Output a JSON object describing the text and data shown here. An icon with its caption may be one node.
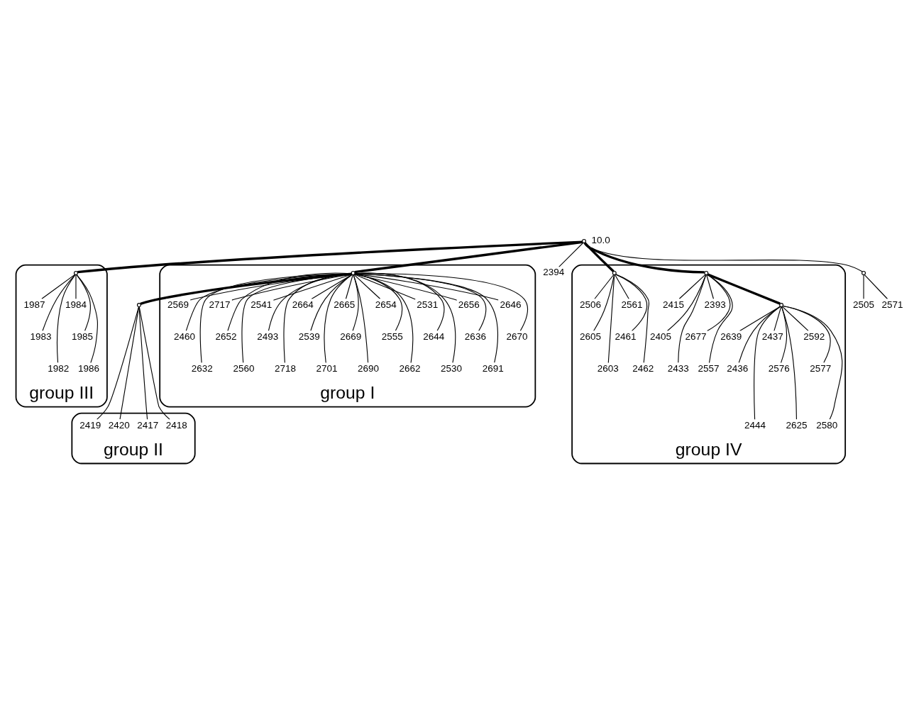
{
  "diagram": {
    "nodes": [
      {
        "text": [
          "group III"
        ]
      },
      {
        "text": [
          "1987"
        ],
        "in": 0
      },
      {
        "text": [
          "1983"
        ],
        "in": 0
      },
      {
        "text": [
          "1982"
        ],
        "in": 0
      },
      {
        "text": [
          "1984"
        ],
        "in": 0
      },
      {
        "text": [
          "1985"
        ],
        "in": 0
      },
      {
        "text": [
          "1986"
        ],
        "in": 0
      },
      {
        "text": [
          "group II"
        ]
      },
      {
        "text": [
          "2418"
        ],
        "in": 7
      },
      {
        "text": [
          "2419"
        ],
        "in": 7
      },
      {
        "text": [
          "2420"
        ],
        "in": 7
      },
      {
        "text": [
          "2417"
        ],
        "in": 7
      },
      {
        "text": [
          "group I"
        ]
      },
      {
        "text": [
          "2569"
        ],
        "in": 12
      },
      {
        "text": [
          "2460"
        ],
        "in": 12
      },
      {
        "text": [
          "2632"
        ],
        "in": 12
      },
      {
        "text": [
          "2717"
        ],
        "in": 12
      },
      {
        "text": [
          "2652"
        ],
        "in": 12
      },
      {
        "text": [
          "2560"
        ],
        "in": 12
      },
      {
        "text": [
          "2541"
        ],
        "in": 12
      },
      {
        "text": [
          "2493"
        ],
        "in": 12
      },
      {
        "text": [
          "2718"
        ],
        "in": 12
      },
      {
        "text": [
          "2664"
        ],
        "in": 12
      },
      {
        "text": [
          "2539"
        ],
        "in": 12
      },
      {
        "text": [
          "2701"
        ],
        "in": 12
      },
      {
        "text": [
          "2665"
        ],
        "in": 12
      },
      {
        "text": [
          "2669"
        ],
        "in": 12
      },
      {
        "text": [
          "2690"
        ],
        "in": 12
      },
      {
        "text": [
          "2654"
        ],
        "in": 12
      },
      {
        "text": [
          "2555"
        ],
        "in": 12
      },
      {
        "text": [
          "2662"
        ],
        "in": 12
      },
      {
        "text": [
          "2531"
        ],
        "in": 12
      },
      {
        "text": [
          "2644"
        ],
        "in": 12
      },
      {
        "text": [
          "2530"
        ],
        "in": 12
      },
      {
        "text": [
          "2656"
        ],
        "in": 12
      },
      {
        "text": [
          "2636"
        ],
        "in": 12
      },
      {
        "text": [
          "2691"
        ],
        "in": 12
      },
      {
        "text": [
          "2646"
        ],
        "in": 12
      },
      {
        "text": [
          "2670"
        ],
        "in": 12
      },
      {
        "text": [
          "2394"
        ]
      },
      {
        "text": [
          "group IV"
        ]
      },
      {
        "text": [
          "2415"
        ],
        "in": 40
      },
      {
        "text": [
          "2405"
        ],
        "in": 40
      },
      {
        "text": [
          "2433"
        ],
        "in": 40
      },
      {
        "text": [
          "2393"
        ],
        "in": 40
      },
      {
        "text": [
          "2677"
        ],
        "in": 40
      },
      {
        "text": [
          "2557"
        ],
        "in": 40
      },
      {
        "text": [
          "2506"
        ],
        "in": 40
      },
      {
        "text": [
          "2605"
        ],
        "in": 40
      },
      {
        "text": [
          "2603"
        ],
        "in": 40
      },
      {
        "text": [
          "2639"
        ],
        "in": 40
      },
      {
        "text": [
          "2436"
        ],
        "in": 40
      },
      {
        "text": [
          "2561"
        ],
        "in": 40
      },
      {
        "text": [
          "2444"
        ],
        "in": 40
      },
      {
        "text": [
          "2437"
        ],
        "in": 40
      },
      {
        "text": [
          "2576"
        ],
        "in": 40
      },
      {
        "text": [
          "2461"
        ],
        "in": 40
      },
      {
        "text": [
          "2625"
        ],
        "in": 40
      },
      {
        "text": [
          "2592"
        ],
        "in": 40
      },
      {
        "text": [
          "2462"
        ],
        "in": 40
      },
      {
        "text": [
          "2577"
        ],
        "in": 40
      },
      {
        "text": [
          "2580"
        ],
        "in": 40
      },
      {
        "text": [
          "2505"
        ]
      },
      {
        "text": [
          "2571"
        ]
      },
      {
        "text": [],
        "shape": "point"
      },
      {
        "text": [],
        "shape": "point",
        "in": 0
      },
      {
        "text": [],
        "shape": "point"
      },
      {
        "text": [],
        "shape": "point",
        "in": 12
      },
      {
        "text": [],
        "shape": "point",
        "in": 40
      },
      {
        "text": [],
        "shape": "point",
        "in": 40
      },
      {
        "text": [],
        "shape": "point",
        "in": 40
      },
      {
        "text": [],
        "shape": "point"
      }
    ],
    "edges": [
      {
        "from": 64,
        "to": 65,
        "arrow": "none",
        "style": "thick"
      },
      {
        "from": 64,
        "to": 67,
        "arrow": "none",
        "style": "thick"
      },
      {
        "from": 67,
        "to": 66,
        "arrow": "none",
        "style": "thick"
      },
      {
        "from": 64,
        "to": 68,
        "arrow": "none",
        "style": "thick"
      },
      {
        "from": 68,
        "to": 69,
        "arrow": "none",
        "style": "thick"
      },
      {
        "from": 64,
        "to": 70,
        "arrow": "none",
        "style": "thick"
      },
      {
        "from": 64,
        "to": 71,
        "arrow": "none"
      },
      {
        "from": 64,
        "to": 39,
        "arrow": "none"
      },
      {
        "from": 65,
        "to": 1,
        "arrow": "none"
      },
      {
        "from": 65,
        "to": 2,
        "arrow": "none"
      },
      {
        "from": 65,
        "to": 3,
        "arrow": "none"
      },
      {
        "from": 65,
        "to": 4,
        "arrow": "none"
      },
      {
        "from": 65,
        "to": 5,
        "arrow": "none"
      },
      {
        "from": 65,
        "to": 6,
        "arrow": "none"
      },
      {
        "from": 66,
        "to": 8,
        "arrow": "none"
      },
      {
        "from": 66,
        "to": 9,
        "arrow": "none"
      },
      {
        "from": 66,
        "to": 10,
        "arrow": "none"
      },
      {
        "from": 66,
        "to": 11,
        "arrow": "none"
      },
      {
        "from": 67,
        "to": 13,
        "arrow": "none"
      },
      {
        "from": 67,
        "to": 14,
        "arrow": "none"
      },
      {
        "from": 67,
        "to": 15,
        "arrow": "none"
      },
      {
        "from": 67,
        "to": 16,
        "arrow": "none"
      },
      {
        "from": 67,
        "to": 17,
        "arrow": "none"
      },
      {
        "from": 67,
        "to": 18,
        "arrow": "none"
      },
      {
        "from": 67,
        "to": 19,
        "arrow": "none"
      },
      {
        "from": 67,
        "to": 20,
        "arrow": "none"
      },
      {
        "from": 67,
        "to": 21,
        "arrow": "none"
      },
      {
        "from": 67,
        "to": 22,
        "arrow": "none"
      },
      {
        "from": 67,
        "to": 23,
        "arrow": "none"
      },
      {
        "from": 67,
        "to": 24,
        "arrow": "none"
      },
      {
        "from": 67,
        "to": 25,
        "arrow": "none"
      },
      {
        "from": 67,
        "to": 26,
        "arrow": "none"
      },
      {
        "from": 67,
        "to": 27,
        "arrow": "none"
      },
      {
        "from": 67,
        "to": 28,
        "arrow": "none"
      },
      {
        "from": 67,
        "to": 29,
        "arrow": "none"
      },
      {
        "from": 67,
        "to": 30,
        "arrow": "none"
      },
      {
        "from": 67,
        "to": 31,
        "arrow": "none"
      },
      {
        "from": 67,
        "to": 32,
        "arrow": "none"
      },
      {
        "from": 67,
        "to": 33,
        "arrow": "none"
      },
      {
        "from": 67,
        "to": 34,
        "arrow": "none"
      },
      {
        "from": 67,
        "to": 35,
        "arrow": "none"
      },
      {
        "from": 67,
        "to": 36,
        "arrow": "none"
      },
      {
        "from": 67,
        "to": 37,
        "arrow": "none"
      },
      {
        "from": 67,
        "to": 38,
        "arrow": "none"
      },
      {
        "from": 68,
        "to": 41,
        "arrow": "none"
      },
      {
        "from": 68,
        "to": 42,
        "arrow": "none"
      },
      {
        "from": 68,
        "to": 43,
        "arrow": "none"
      },
      {
        "from": 68,
        "to": 44,
        "arrow": "none"
      },
      {
        "from": 68,
        "to": 45,
        "arrow": "none"
      },
      {
        "from": 68,
        "to": 46,
        "arrow": "none"
      },
      {
        "from": 70,
        "to": 47,
        "arrow": "none"
      },
      {
        "from": 70,
        "to": 48,
        "arrow": "none"
      },
      {
        "from": 70,
        "to": 49,
        "arrow": "none"
      },
      {
        "from": 70,
        "to": 52,
        "arrow": "none"
      },
      {
        "from": 70,
        "to": 56,
        "arrow": "none"
      },
      {
        "from": 70,
        "to": 59,
        "arrow": "none"
      },
      {
        "from": 69,
        "to": 50,
        "arrow": "none"
      },
      {
        "from": 69,
        "to": 51,
        "arrow": "none"
      },
      {
        "from": 69,
        "to": 53,
        "arrow": "none"
      },
      {
        "from": 69,
        "to": 54,
        "arrow": "none"
      },
      {
        "from": 69,
        "to": 55,
        "arrow": "none"
      },
      {
        "from": 69,
        "to": 57,
        "arrow": "none"
      },
      {
        "from": 69,
        "to": 58,
        "arrow": "none"
      },
      {
        "from": 69,
        "to": 60,
        "arrow": "none"
      },
      {
        "from": 69,
        "to": 61,
        "arrow": "none"
      },
      {
        "from": 71,
        "to": 62,
        "arrow": "none"
      },
      {
        "from": 71,
        "to": 63,
        "arrow": "none"
      }
    ],
    "labels": [
      "10.0"
    ]
  }
}
